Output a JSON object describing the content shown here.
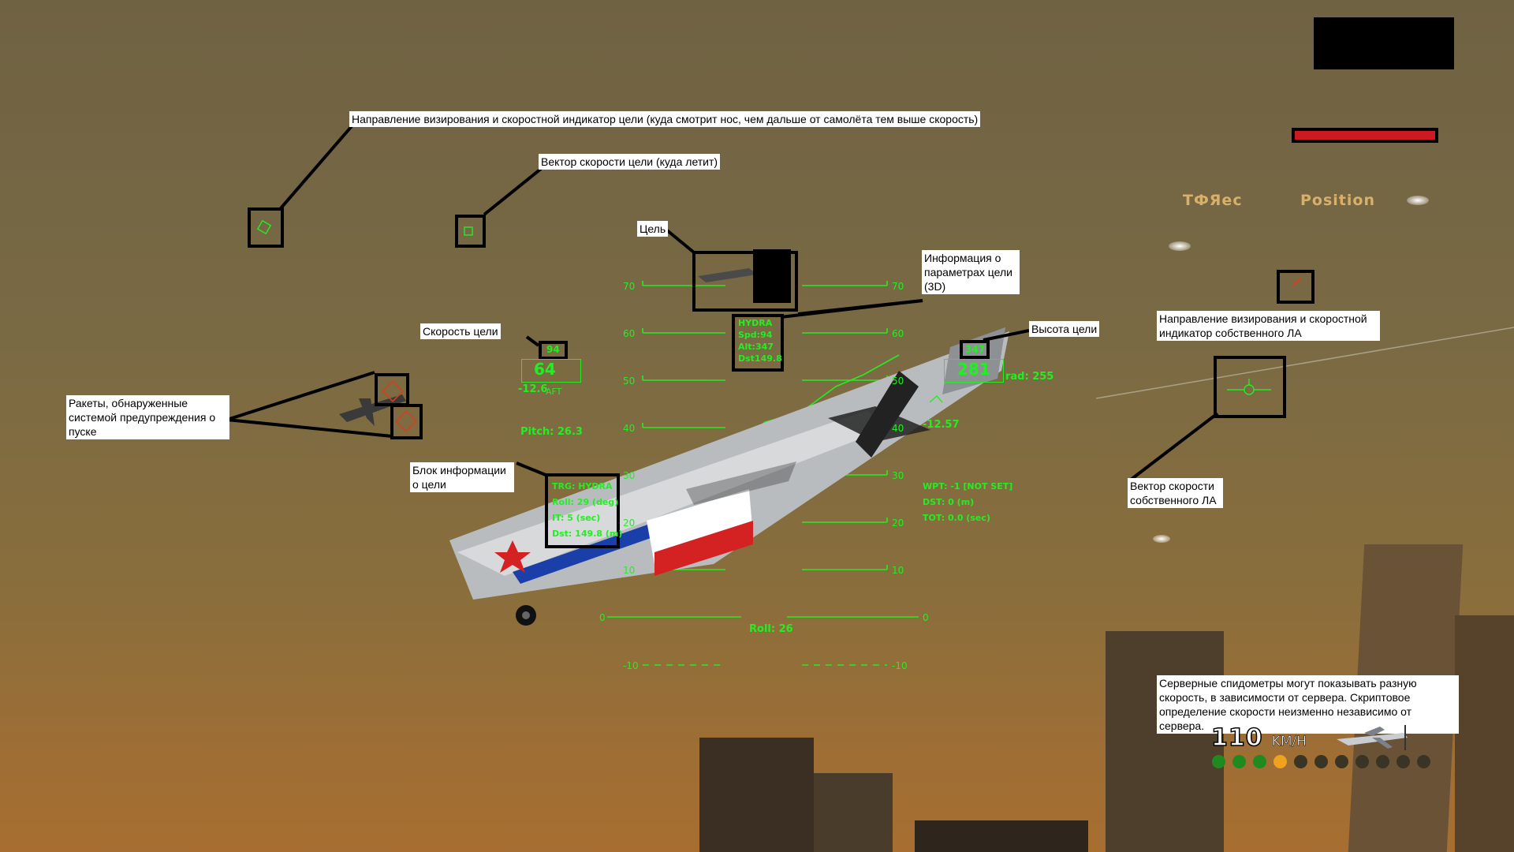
{
  "annotations": {
    "sight_direction_target": "Направление визирования и скоростной индикатор цели (куда смотрит нос, чем дальше от самолёта тем выше скорость)",
    "velocity_vector_target": "Вектор скорости цели (куда летит)",
    "target": "Цель",
    "target_params_info": "Информация о параметрах цели (3D)",
    "target_speed": "Скорость цели",
    "target_altitude": "Высота цели",
    "own_sight_direction": "Направление визирования и скоростной индикатор собственного ЛА",
    "missiles_detected": "Ракеты, обнаруженные системой предупреждения о пуске",
    "target_info_block": "Блок информации о цели",
    "own_velocity_vector": "Вектор скорости собственного ЛА",
    "speedometer_note": "Серверные спидометры могут показывать разную скорость, в зависимости от сервера. Скриптовое определение скорости неизменно независимо от сервера."
  },
  "hud": {
    "target_3d": {
      "name": "HYDRA",
      "spd": "Spd:94",
      "alt": "Alt:347",
      "dst": "Dst149.8"
    },
    "target_speed_small": "94",
    "own_speed": "64",
    "own_speed_sub": "-12.6",
    "aft_label": "AFT",
    "pitch": "Pitch: 26.3",
    "target_alt_small": "347",
    "own_alt": "281",
    "radar_alt": "rad: 255",
    "vertical_speed": "-12.57",
    "roll": "Roll: 26",
    "waypoint": {
      "wpt": "WPT: -1 [NOT SET]",
      "dst": "DST: 0 (m)",
      "tot": "TOT: 0.0 (sec)"
    },
    "target_block": {
      "trg": "TRG: HYDRA",
      "roll": "Roll: 29 (deg)",
      "it": "IT: 5 (sec)",
      "dst": "Dst: 149.8 (m)"
    },
    "ladder": [
      {
        "value": "70"
      },
      {
        "value": "60"
      },
      {
        "value": "50"
      },
      {
        "value": "40"
      },
      {
        "value": "30"
      },
      {
        "value": "20"
      },
      {
        "value": "10"
      },
      {
        "value": "0"
      },
      {
        "value": "-10"
      }
    ]
  },
  "game_hud": {
    "label_left": "ТФЯес",
    "label_right": "Position",
    "speed_value": "110",
    "speed_unit": "KM/H",
    "health_color": "#cc1a22",
    "gear_dots": [
      "green",
      "green",
      "green",
      "orange",
      "dark",
      "dark",
      "dark",
      "dark",
      "dark",
      "dark",
      "dark"
    ]
  },
  "colors": {
    "hud_green": "#22ee22",
    "note_bg": "#ffffff"
  }
}
